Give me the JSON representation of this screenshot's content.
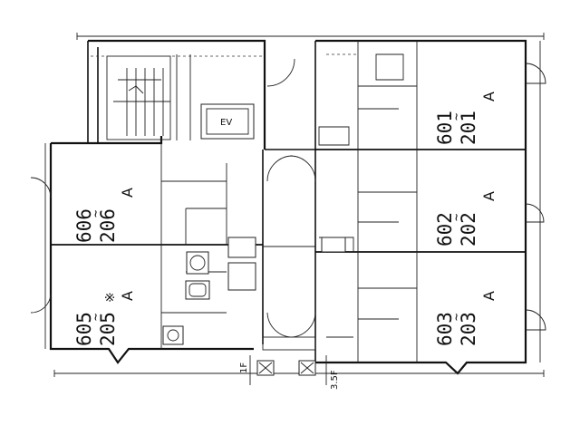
{
  "plan": {
    "units": [
      {
        "top": "601",
        "sym": "∼",
        "bottom": "201",
        "type": "A"
      },
      {
        "top": "602",
        "sym": "∼",
        "bottom": "202",
        "type": "A"
      },
      {
        "top": "603",
        "sym": "∼",
        "bottom": "203",
        "type": "A"
      },
      {
        "top": "606",
        "sym": "∼",
        "bottom": "206",
        "type": "A"
      },
      {
        "top": "605",
        "sym": "∼",
        "bottom": "205",
        "mark": "※",
        "type": "A"
      }
    ],
    "ev_label": "EV",
    "level_label": "3.5F",
    "floor_mark": "1F"
  }
}
